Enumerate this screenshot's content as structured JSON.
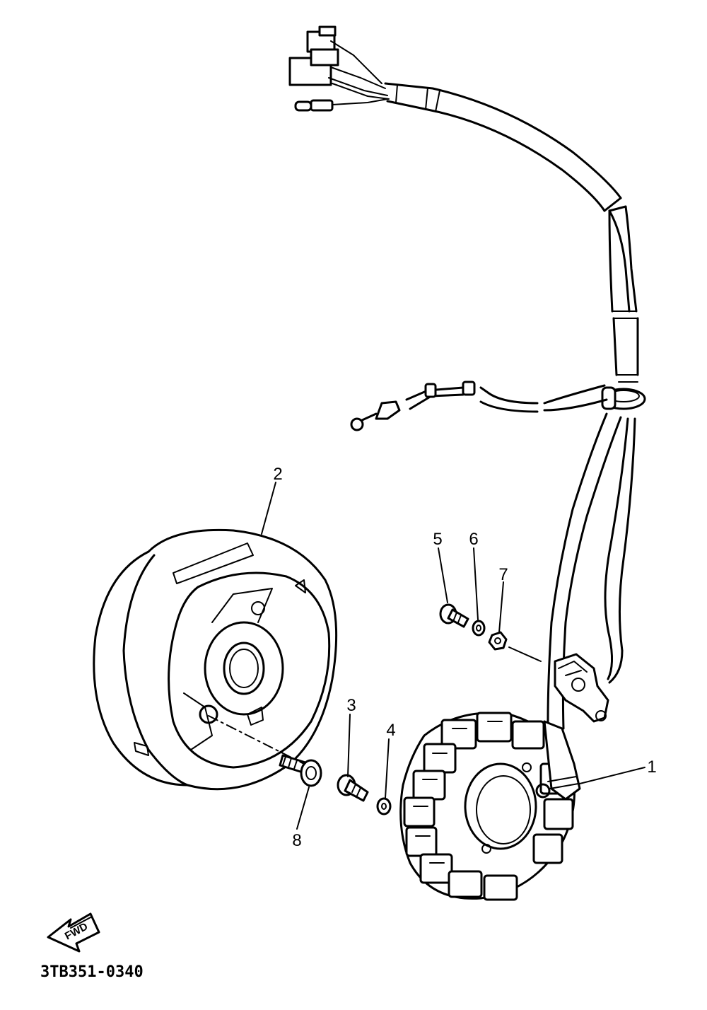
{
  "callouts": {
    "part1": "1",
    "part2": "2",
    "part3": "3",
    "part4": "4",
    "part5": "5",
    "part6": "6",
    "part7": "7",
    "part8": "8"
  },
  "arrow": {
    "label": "FWD"
  },
  "diagram_code": "3TB351-0340"
}
